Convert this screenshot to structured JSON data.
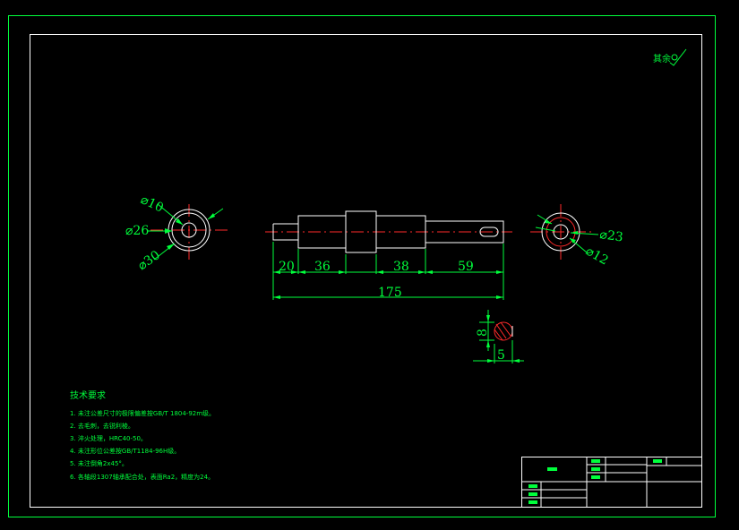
{
  "drawing": {
    "roughness_symbol": "其余",
    "left_view_dims": {
      "d_inner": "⌀10",
      "d_mid": "⌀26",
      "d_outer": "⌀30"
    },
    "right_view_dims": {
      "d_outer": "⌀23",
      "d_inner": "⌀12"
    },
    "shaft_dims": {
      "seg1": "20",
      "seg2": "36",
      "seg3": "38",
      "seg4": "59",
      "total": "175"
    },
    "section_dims": {
      "height": "8",
      "width": "5"
    },
    "notes": {
      "title": "技术要求",
      "items": [
        "1. 未注公差尺寸的极限偏差按GB/T 1804-92m级。",
        "2. 去毛刺，去锐利棱。",
        "3. 淬火处理，HRC40-50。",
        "4. 未注形位公差按GB/T1184-96H级。",
        "5. 未注倒角2x45°。",
        "6. 各轴段1307轴承配合处，表面Ra2，精度为24。"
      ]
    }
  }
}
